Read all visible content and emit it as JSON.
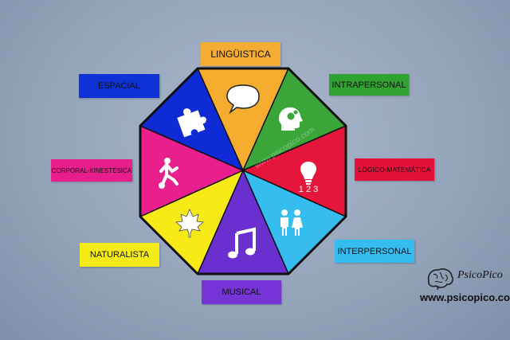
{
  "diagram": {
    "segments": [
      {
        "id": "linguistica",
        "label": "LINGÜISTICA",
        "color": "#f6ad2f",
        "label_bg": "#f4ac33",
        "label_color": "#111111",
        "icon": "speech-bubble-icon"
      },
      {
        "id": "intrapersonal",
        "label": "INTRAPERSONAL",
        "color": "#3aa63a",
        "label_bg": "#2fa22f",
        "label_color": "#111111",
        "icon": "head-gears-icon"
      },
      {
        "id": "logico",
        "label": "LÓGICO-MATEMÁTICA",
        "color": "#e5153b",
        "label_bg": "#e3103a",
        "label_color": "#111111",
        "icon": "lightbulb-icon",
        "icon_text": "1 2 3"
      },
      {
        "id": "interpersonal",
        "label": "INTERPERSONAL",
        "color": "#35bdf0",
        "label_bg": "#36bdf0",
        "label_color": "#111111",
        "icon": "people-icon"
      },
      {
        "id": "musical",
        "label": "MUSICAL",
        "color": "#6a2fcf",
        "label_bg": "#7633d6",
        "label_color": "#111111",
        "icon": "music-note-icon"
      },
      {
        "id": "naturalista",
        "label": "NATURALISTA",
        "color": "#f7ea17",
        "label_bg": "#f5ec17",
        "label_color": "#111111",
        "icon": "maple-leaf-icon"
      },
      {
        "id": "corporal",
        "label": "CORPORAL-KINESTÉSICA",
        "color": "#ea1f8e",
        "label_bg": "#e81e8c",
        "label_color": "#111111",
        "icon": "soccer-player-icon"
      },
      {
        "id": "espacial",
        "label": "ESPACIAL",
        "color": "#0f2bd6",
        "label_bg": "#0f32d8",
        "label_color": "#111111",
        "icon": "puzzle-piece-icon"
      }
    ]
  },
  "brand": {
    "name": "PsicoPico",
    "url": "www.psicopico.com",
    "watermark": "www.psicopico.com",
    "logo_icon": "brain-logo-icon"
  }
}
